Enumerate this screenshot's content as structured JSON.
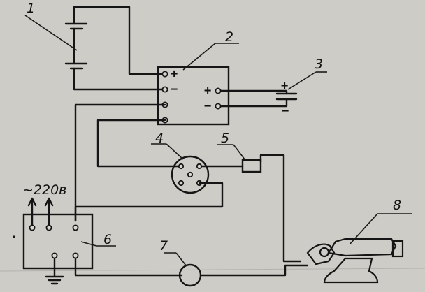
{
  "callouts": {
    "battery": "1",
    "control_unit": "2",
    "capacitor": "3",
    "connector": "4",
    "switch": "5",
    "power_block": "6",
    "lamp": "7",
    "holder": "8"
  },
  "unit2_terminals": {
    "plus": "+",
    "minus": "−",
    "out_plus": "+",
    "out_minus": "−"
  },
  "capacitor_signs": {
    "plus": "+",
    "minus": "−"
  },
  "mains_label": "~220в"
}
